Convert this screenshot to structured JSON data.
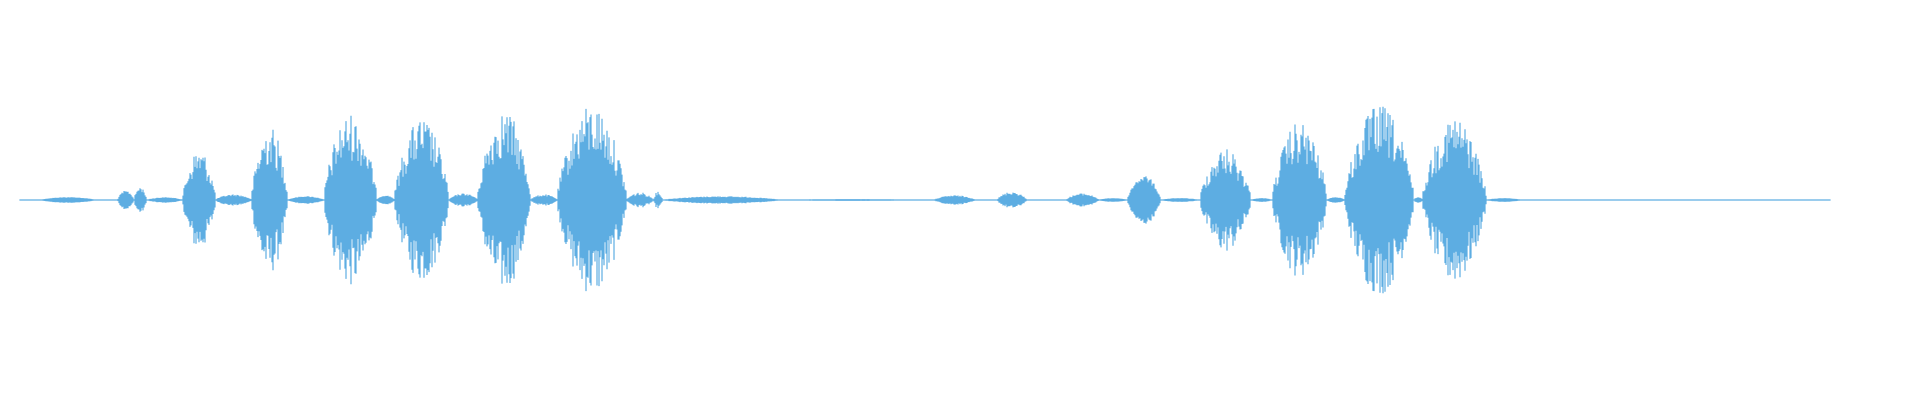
{
  "waveform": {
    "color": "#5dade2",
    "background": "#ffffff",
    "duration": 1,
    "bursts": [
      {
        "start": 0.011,
        "end": 0.042,
        "amp": 0.03,
        "tex": 0.3
      },
      {
        "start": 0.054,
        "end": 0.063,
        "amp": 0.1,
        "tex": 0.6
      },
      {
        "start": 0.063,
        "end": 0.07,
        "amp": 0.14,
        "tex": 0.7
      },
      {
        "start": 0.07,
        "end": 0.09,
        "amp": 0.03,
        "tex": 0.5
      },
      {
        "start": 0.09,
        "end": 0.108,
        "amp": 0.54,
        "tex": 1.0
      },
      {
        "start": 0.108,
        "end": 0.128,
        "amp": 0.06,
        "tex": 0.6
      },
      {
        "start": 0.128,
        "end": 0.148,
        "amp": 0.78,
        "tex": 1.0
      },
      {
        "start": 0.148,
        "end": 0.168,
        "amp": 0.04,
        "tex": 0.4
      },
      {
        "start": 0.168,
        "end": 0.197,
        "amp": 0.91,
        "tex": 1.0
      },
      {
        "start": 0.197,
        "end": 0.207,
        "amp": 0.05,
        "tex": 0.4
      },
      {
        "start": 0.207,
        "end": 0.237,
        "amp": 0.86,
        "tex": 1.0
      },
      {
        "start": 0.237,
        "end": 0.253,
        "amp": 0.07,
        "tex": 0.6
      },
      {
        "start": 0.253,
        "end": 0.282,
        "amp": 0.95,
        "tex": 1.0
      },
      {
        "start": 0.282,
        "end": 0.297,
        "amp": 0.06,
        "tex": 0.7
      },
      {
        "start": 0.297,
        "end": 0.335,
        "amp": 1.0,
        "tex": 1.0
      },
      {
        "start": 0.335,
        "end": 0.35,
        "amp": 0.08,
        "tex": 0.8
      },
      {
        "start": 0.35,
        "end": 0.355,
        "amp": 0.09,
        "tex": 0.8
      },
      {
        "start": 0.355,
        "end": 0.42,
        "amp": 0.04,
        "tex": 0.5
      },
      {
        "start": 0.42,
        "end": 0.5,
        "amp": 0.01,
        "tex": 0.2
      },
      {
        "start": 0.505,
        "end": 0.528,
        "amp": 0.05,
        "tex": 0.6
      },
      {
        "start": 0.54,
        "end": 0.556,
        "amp": 0.09,
        "tex": 0.7
      },
      {
        "start": 0.578,
        "end": 0.596,
        "amp": 0.07,
        "tex": 0.6
      },
      {
        "start": 0.596,
        "end": 0.612,
        "amp": 0.02,
        "tex": 0.3
      },
      {
        "start": 0.612,
        "end": 0.63,
        "amp": 0.26,
        "tex": 0.5
      },
      {
        "start": 0.63,
        "end": 0.652,
        "amp": 0.02,
        "tex": 0.3
      },
      {
        "start": 0.652,
        "end": 0.68,
        "amp": 0.55,
        "tex": 1.0
      },
      {
        "start": 0.68,
        "end": 0.692,
        "amp": 0.02,
        "tex": 0.3
      },
      {
        "start": 0.692,
        "end": 0.722,
        "amp": 0.82,
        "tex": 1.0
      },
      {
        "start": 0.722,
        "end": 0.732,
        "amp": 0.03,
        "tex": 0.3
      },
      {
        "start": 0.732,
        "end": 0.77,
        "amp": 1.0,
        "tex": 1.0
      },
      {
        "start": 0.77,
        "end": 0.775,
        "amp": 0.03,
        "tex": 0.3
      },
      {
        "start": 0.775,
        "end": 0.81,
        "amp": 0.88,
        "tex": 1.0
      },
      {
        "start": 0.81,
        "end": 0.83,
        "amp": 0.02,
        "tex": 0.3
      },
      {
        "start": 0.83,
        "end": 0.95,
        "amp": 0.006,
        "tex": 0.2
      }
    ]
  }
}
